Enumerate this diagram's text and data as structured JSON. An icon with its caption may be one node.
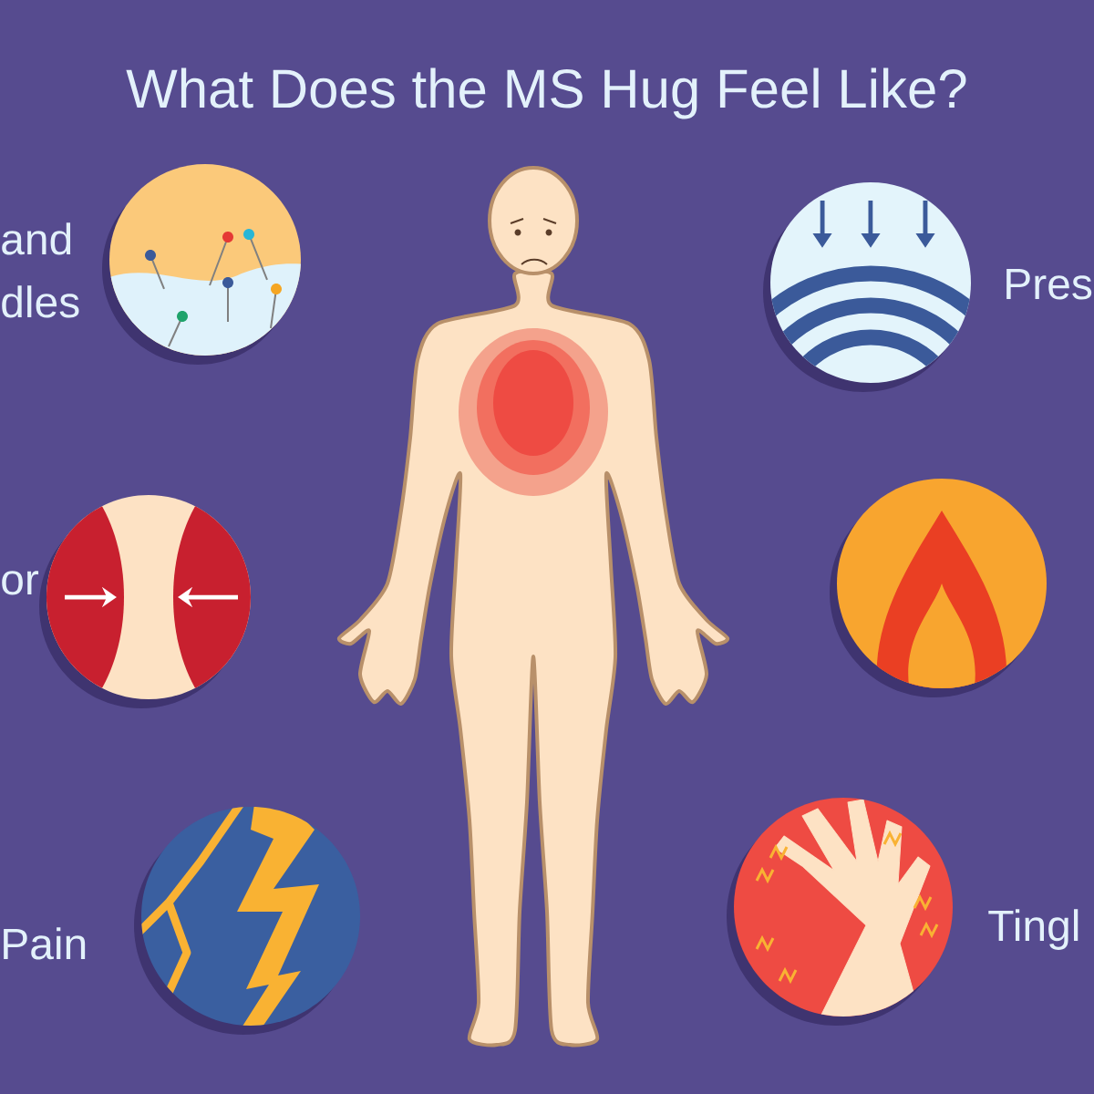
{
  "diagram": {
    "title": "What Does the MS Hug Feel Like?",
    "nodes": [
      {
        "text": [
          "and dles"
        ]
      },
      {
        "text": [
          "Pres"
        ]
      },
      {
        "text": [
          "or"
        ]
      },
      {
        "text": [],
        "shape": "circle"
      },
      {
        "text": [
          "Pain"
        ]
      },
      {
        "text": [
          "Tingl"
        ]
      }
    ]
  }
}
